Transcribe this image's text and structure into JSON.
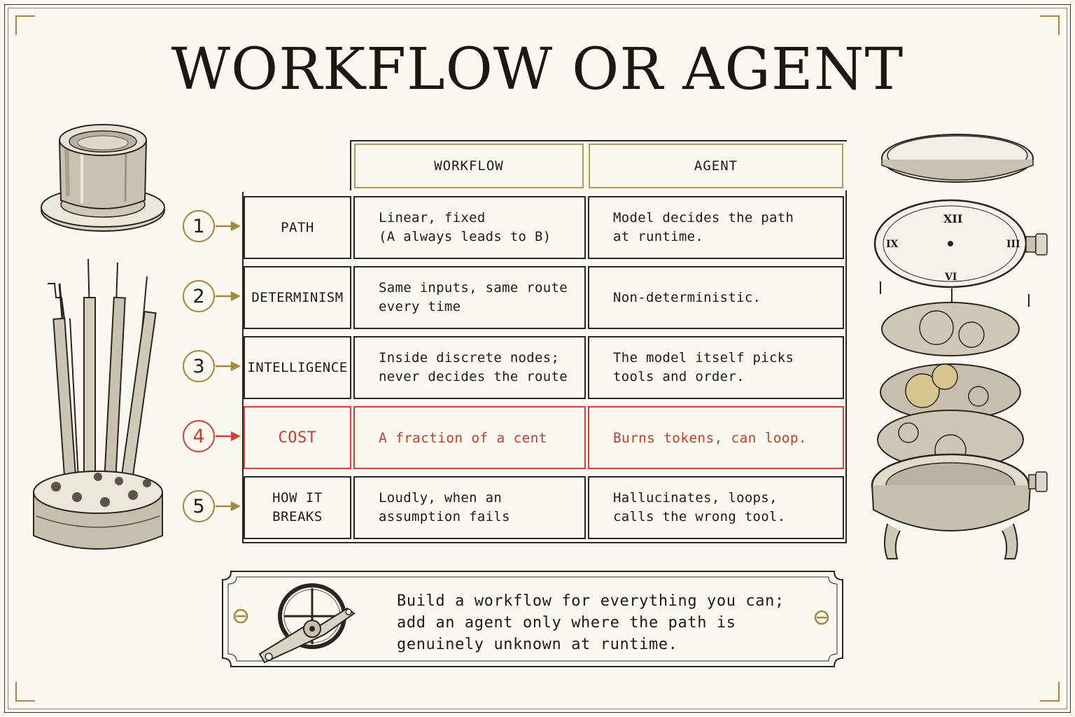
{
  "title": "WORKFLOW OR AGENT",
  "columns": {
    "workflow": "WORKFLOW",
    "agent": "AGENT"
  },
  "rows": [
    {
      "num": "1",
      "label": "PATH",
      "workflow": "Linear, fixed\n(A always leads to B)",
      "agent": "Model decides the path\nat runtime."
    },
    {
      "num": "2",
      "label": "DETERMINISM",
      "workflow": "Same inputs, same route\nevery time",
      "agent": "Non-deterministic."
    },
    {
      "num": "3",
      "label": "INTELLIGENCE",
      "workflow": "Inside discrete nodes;\nnever decides the route",
      "agent": "The model itself picks\ntools and order."
    },
    {
      "num": "4",
      "label": "COST",
      "workflow": "A fraction of a cent",
      "agent": "Burns tokens, can loop.",
      "highlight": true
    },
    {
      "num": "5",
      "label": "HOW IT BREAKS",
      "workflow": "Loudly, when an\nassumption fails",
      "agent": "Hallucinates, loops,\ncalls the wrong tool."
    }
  ],
  "conclusion": "Build a workflow for everything you can;\nadd an agent only where the path is\ngenuinely unknown at runtime.",
  "colors": {
    "ink": "#1e1b16",
    "gold": "#a8863c",
    "highlight": "#d7413a",
    "paper": "#fbf8f0"
  },
  "illustrations": [
    "loupe-icon",
    "screwdriver-set-icon",
    "exploded-watch-icon",
    "balance-wheel-icon"
  ]
}
